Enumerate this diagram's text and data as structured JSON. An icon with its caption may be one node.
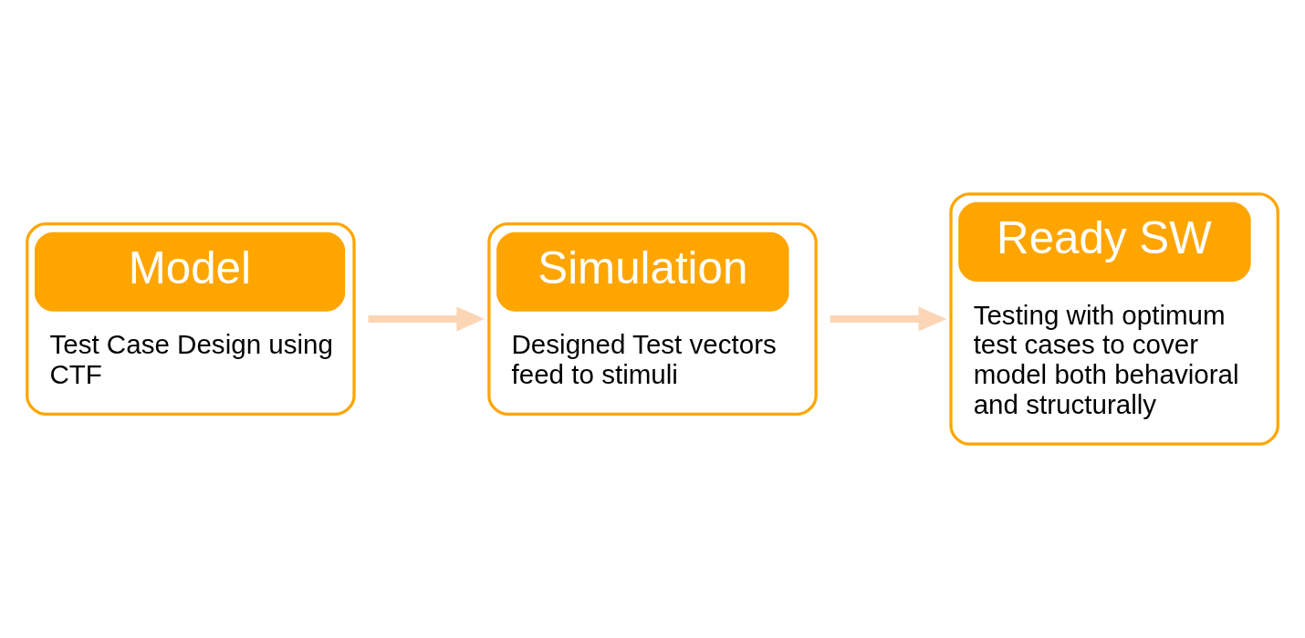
{
  "diagram": {
    "nodes": [
      {
        "text": [
          "Model",
          "Test Case Design using CTF"
        ]
      },
      {
        "text": [
          "Simulation",
          "Designed Test vectors feed to stimuli"
        ]
      },
      {
        "text": [
          "Ready SW",
          "Testing with optimum test cases to cover model both behavioral and structurally"
        ]
      }
    ],
    "edges": [
      {
        "from": 0,
        "to": 1,
        "arrow": "to"
      },
      {
        "from": 1,
        "to": 2,
        "arrow": "to"
      }
    ]
  }
}
